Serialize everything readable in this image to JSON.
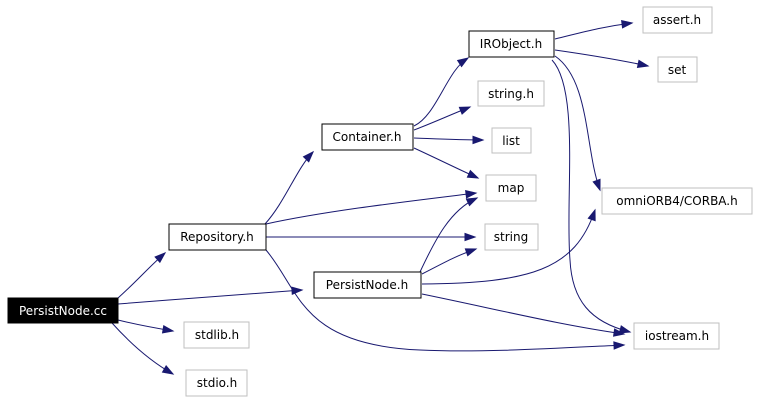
{
  "diagram": {
    "type": "include-dependency-graph",
    "colors": {
      "edge": "#191970",
      "root_fill": "#000000",
      "root_text": "#ffffff",
      "node_border_documented": "#000000",
      "node_border_external": "#bfbfbf",
      "background": "#ffffff"
    },
    "nodes": {
      "persistnode_cc": "PersistNode.cc",
      "repository_h": "Repository.h",
      "container_h": "Container.h",
      "irobject_h": "IRObject.h",
      "assert_h": "assert.h",
      "set": "set",
      "string_h": "string.h",
      "list": "list",
      "map": "map",
      "omniorb4_corba_h": "omniORB4/CORBA.h",
      "string": "string",
      "persistnode_h": "PersistNode.h",
      "iostream_h": "iostream.h",
      "stdlib_h": "stdlib.h",
      "stdio_h": "stdio.h"
    },
    "edges": [
      [
        "persistnode_cc",
        "repository_h"
      ],
      [
        "persistnode_cc",
        "persistnode_h"
      ],
      [
        "persistnode_cc",
        "stdlib_h"
      ],
      [
        "persistnode_cc",
        "stdio_h"
      ],
      [
        "repository_h",
        "container_h"
      ],
      [
        "repository_h",
        "map"
      ],
      [
        "repository_h",
        "string"
      ],
      [
        "repository_h",
        "iostream_h"
      ],
      [
        "container_h",
        "irobject_h"
      ],
      [
        "container_h",
        "string_h"
      ],
      [
        "container_h",
        "list"
      ],
      [
        "container_h",
        "map"
      ],
      [
        "irobject_h",
        "assert_h"
      ],
      [
        "irobject_h",
        "set"
      ],
      [
        "irobject_h",
        "omniorb4_corba_h"
      ],
      [
        "irobject_h",
        "iostream_h"
      ],
      [
        "persistnode_h",
        "map"
      ],
      [
        "persistnode_h",
        "string"
      ],
      [
        "persistnode_h",
        "omniorb4_corba_h"
      ],
      [
        "persistnode_h",
        "iostream_h"
      ]
    ]
  }
}
